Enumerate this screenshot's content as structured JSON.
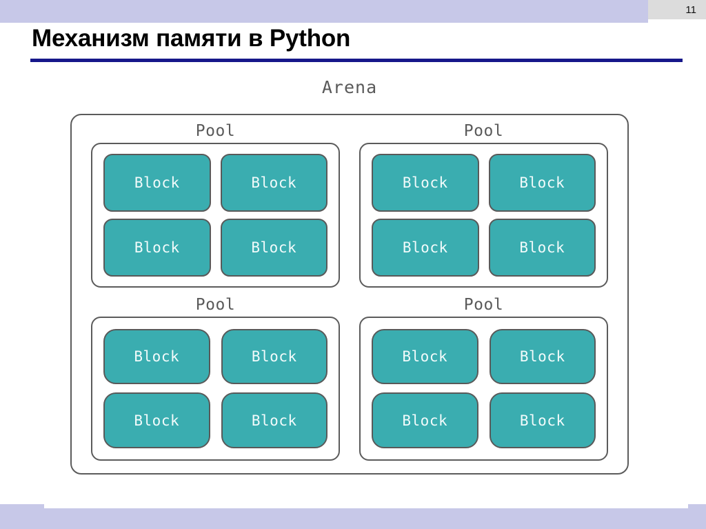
{
  "slide": {
    "page_number": "11",
    "title": "Механизм памяти в Python",
    "colors": {
      "band": "#c7c8e8",
      "title_rule": "#16178a",
      "page_number_box": "#dcdcdc",
      "block_fill": "#3aadb0",
      "outline": "#5b5b5b",
      "label_text": "#5a5a5a"
    }
  },
  "diagram": {
    "arena_label": "Arena",
    "pools": [
      {
        "label": "Pool",
        "blocks": [
          {
            "label": "Block"
          },
          {
            "label": "Block"
          },
          {
            "label": "Block"
          },
          {
            "label": "Block"
          }
        ]
      },
      {
        "label": "Pool",
        "blocks": [
          {
            "label": "Block"
          },
          {
            "label": "Block"
          },
          {
            "label": "Block"
          },
          {
            "label": "Block"
          }
        ]
      },
      {
        "label": "Pool",
        "blocks": [
          {
            "label": "Block"
          },
          {
            "label": "Block"
          },
          {
            "label": "Block"
          },
          {
            "label": "Block"
          }
        ]
      },
      {
        "label": "Pool",
        "blocks": [
          {
            "label": "Block"
          },
          {
            "label": "Block"
          },
          {
            "label": "Block"
          },
          {
            "label": "Block"
          }
        ]
      }
    ]
  }
}
